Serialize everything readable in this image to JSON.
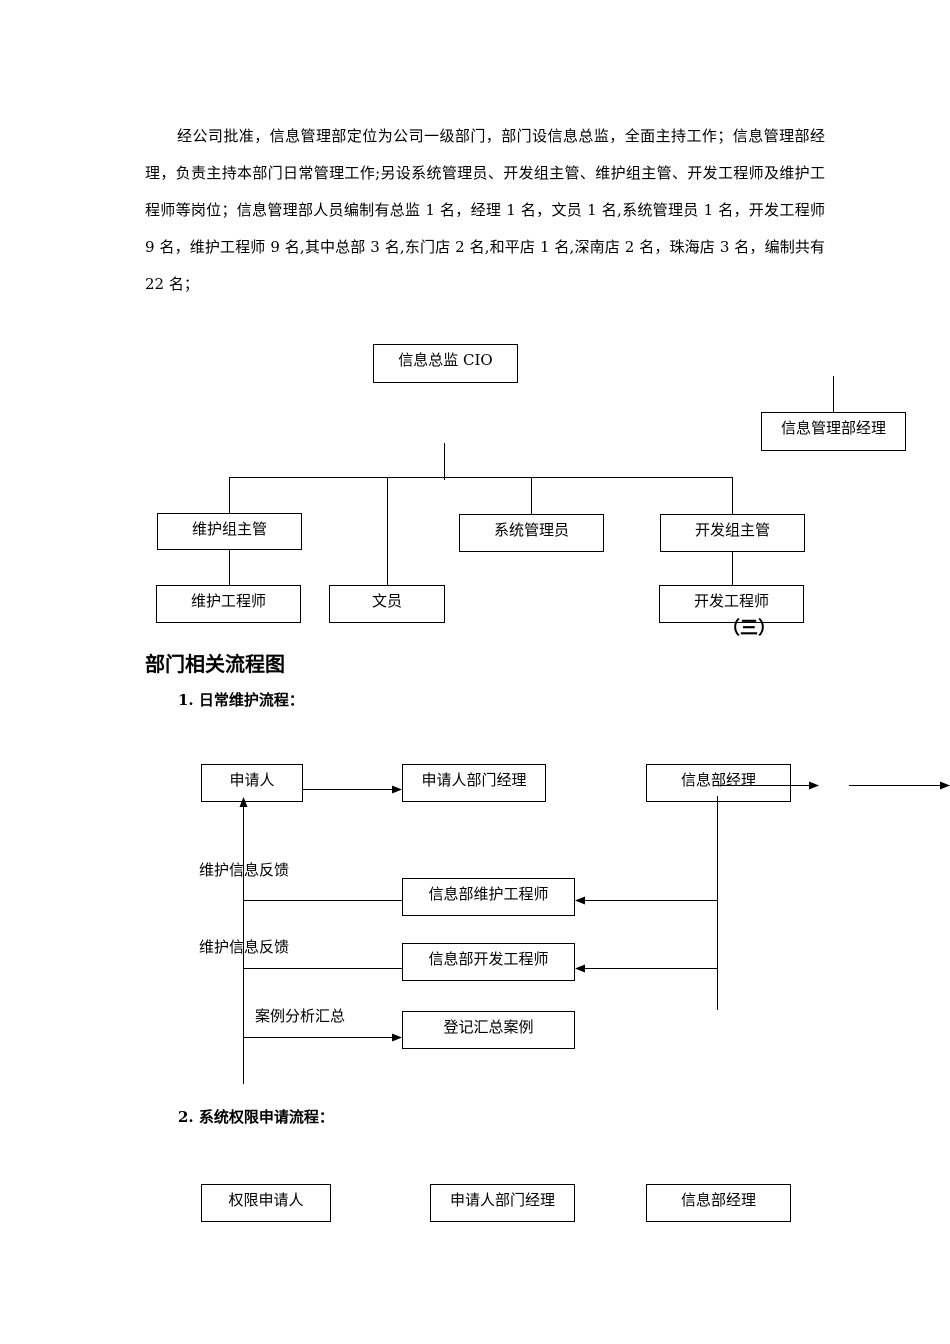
{
  "intro_paragraph": "经公司批准，信息管理部定位为公司一级部门，部门设信息总监，全面主持工作；信息管理部经理，负责主持本部门日常管理工作;另设系统管理员、开发组主管、维护组主管、开发工程师及维护工程师等岗位；信息管理部人员编制有总监 1 名，经理 1 名，文员 1 名,系统管理员 1 名，开发工程师 9 名，维护工程师 9 名,其中总部 3 名,东门店 2 名,和平店 1 名,深南店 2 名，珠海店 3 名，编制共有 22 名；",
  "org_chart": {
    "cio": "信息总监 CIO",
    "manager": "信息管理部经理",
    "maintenance_lead": "维护组主管",
    "sysadmin": "系统管理员",
    "dev_lead": "开发组主管",
    "maintenance_engineer": "维护工程师",
    "clerk": "文员",
    "dev_engineer": "开发工程师"
  },
  "paren_fragment": "（三）",
  "section_title": "部门相关流程图",
  "flow1": {
    "title": "1.   日常维护流程：",
    "applicant": "申请人",
    "applicant_manager": "申请人部门经理",
    "info_manager": "信息部经理",
    "maint_engineer": "信息部维护工程师",
    "dev_engineer": "信息部开发工程师",
    "register_cases": "登记汇总案例",
    "feedback1": "维护信息反馈",
    "feedback2": "维护信息反馈",
    "case_summary": "案例分析汇总"
  },
  "flow2": {
    "title": "2.   系统权限申请流程：",
    "applicant": "权限申请人",
    "applicant_manager": "申请人部门经理",
    "info_manager": "信息部经理"
  }
}
